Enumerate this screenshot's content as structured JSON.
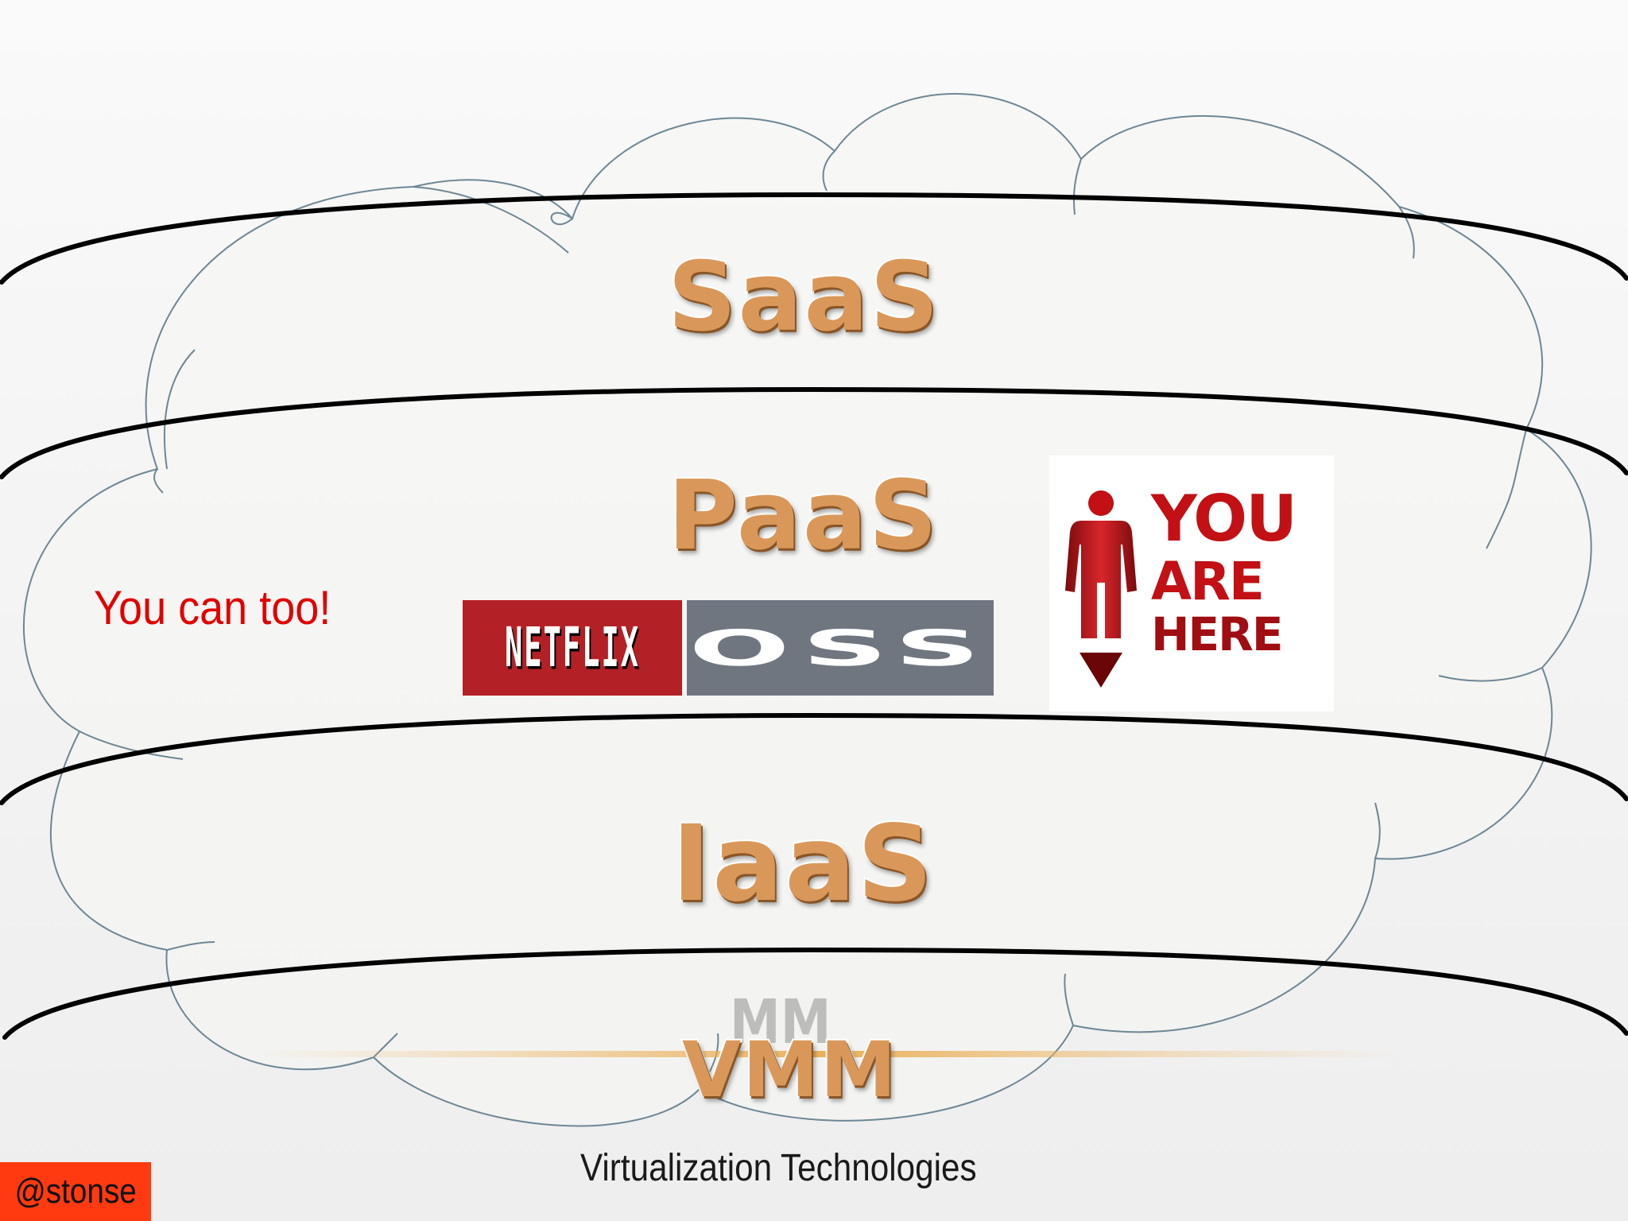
{
  "layers": {
    "saas": "SaaS",
    "paas": "PaaS",
    "iaas": "IaaS",
    "vmm": "VMM"
  },
  "annotation": "You can too!",
  "logo": {
    "netflix": "NETFLIX",
    "oss": "OSS"
  },
  "sign": {
    "line1": "YOU",
    "line2": "ARE",
    "line3": "HERE"
  },
  "subtitle": "Virtualization Technologies",
  "handle": "@stonse",
  "colors": {
    "layer_text": "#d9985a",
    "annotation": "#e00000",
    "netflix_red": "#b32025",
    "oss_gray": "#6f7680",
    "sign_red": "#c21015",
    "handle_bg": "#ff3a10"
  }
}
